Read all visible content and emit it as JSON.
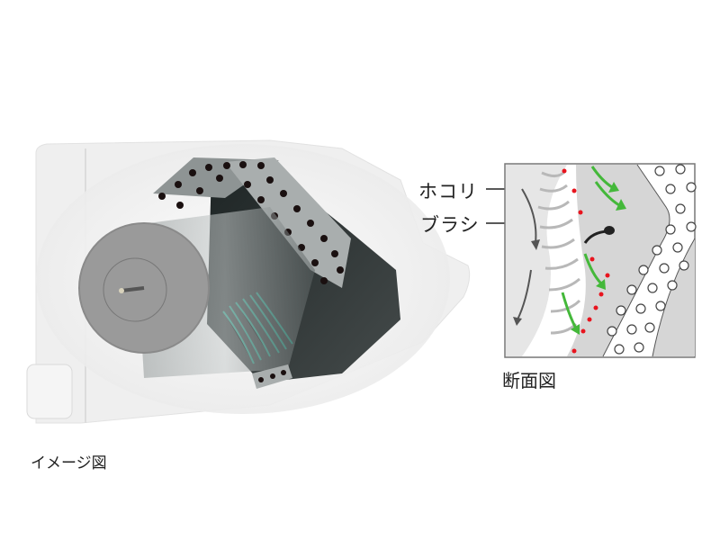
{
  "figure": {
    "main_caption": "イメージ図",
    "section_caption": "断面図",
    "callouts": [
      {
        "label": "ホコリ",
        "target": "dust"
      },
      {
        "label": "ブラシ",
        "target": "brush"
      }
    ]
  },
  "colors": {
    "unit_body": "#efefef",
    "fan_cap": "#9a9a9a",
    "coil_dark": "#2a2e2e",
    "brush_teal": "#1fa58c",
    "arrow_green": "#44b83a",
    "dust_red": "#e8141e",
    "section_gray": "#d6d6d6"
  }
}
